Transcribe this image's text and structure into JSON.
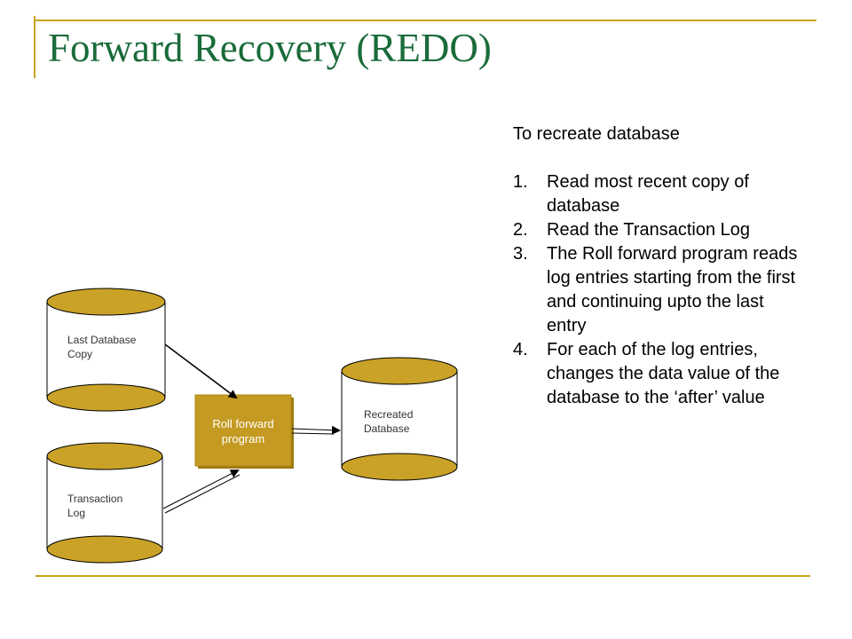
{
  "slide": {
    "title": "Forward Recovery (REDO)",
    "accent_color": "#c7a51f",
    "title_color": "#1a6b3a"
  },
  "diagram": {
    "last_db": {
      "line1": "Last Database",
      "line2": "Copy"
    },
    "transaction_log": {
      "line1": "Transaction",
      "line2": "Log"
    },
    "roll_forward": {
      "line1": "Roll forward",
      "line2": "program"
    },
    "recreated_db": {
      "line1": "Recreated",
      "line2": "Database"
    },
    "cylinder_color": "#c9a227",
    "box_color": "#c49a22"
  },
  "notes": {
    "heading": "To recreate database",
    "steps": [
      {
        "num": "1.",
        "text": "Read most recent copy of database"
      },
      {
        "num": "2.",
        "text": "Read the Transaction Log"
      },
      {
        "num": "3.",
        "text": "The Roll forward program reads log entries starting  from the first and continuing upto the last entry"
      },
      {
        "num": "4.",
        "text": "For each of the log entries, changes the data value of the database to the ‘after’ value"
      }
    ]
  }
}
